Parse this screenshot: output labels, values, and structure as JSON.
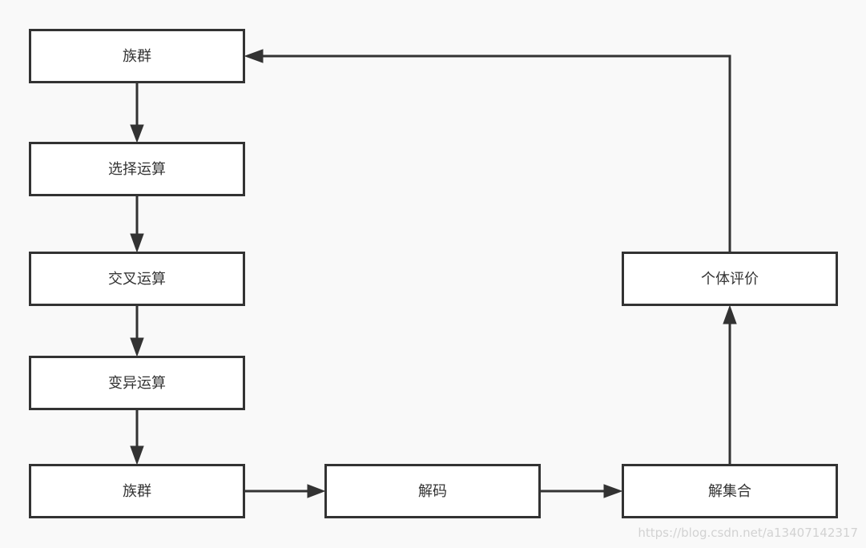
{
  "nodes": {
    "population_top": "族群",
    "selection": "选择运算",
    "crossover": "交叉运算",
    "mutation": "变异运算",
    "population_bottom": "族群",
    "decoding": "解码",
    "solution_set": "解集合",
    "evaluation": "个体评价"
  },
  "watermark": "https://blog.csdn.net/a13407142317"
}
